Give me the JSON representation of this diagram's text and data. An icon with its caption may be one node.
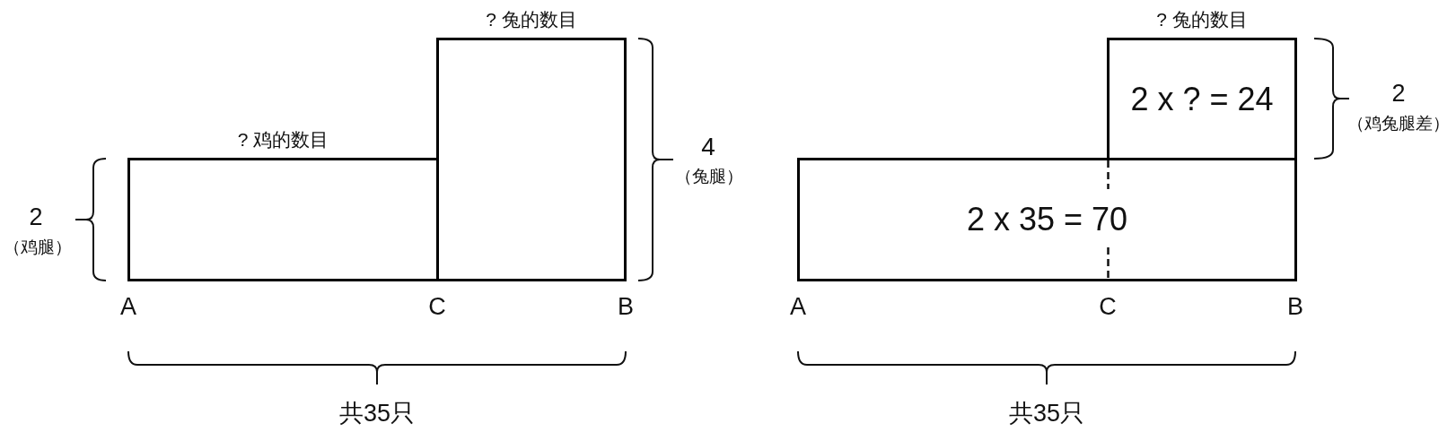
{
  "diagram": {
    "nodes": [
      {
        "text": [
          "? 鸡的数目"
        ]
      },
      {
        "text": [
          "? 兔的数目"
        ]
      },
      {
        "text": [
          "? 兔的数目",
          "2 x ? = 24"
        ]
      },
      {
        "text": [
          "2 x 35 = 70"
        ]
      }
    ],
    "labels": [
      "2",
      "（鸡腿）",
      "4",
      "（兔腿）",
      "A",
      "C",
      "B",
      "共35只",
      "2",
      "（鸡兔腿差）",
      "A",
      "C",
      "B",
      "共35只"
    ]
  }
}
